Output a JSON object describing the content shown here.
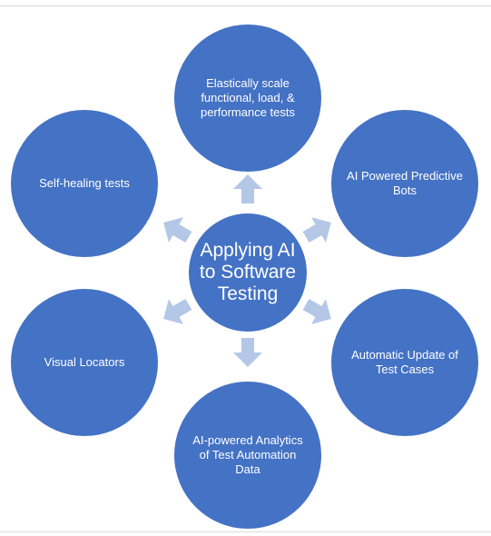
{
  "center": {
    "label": "Applying AI to Software Testing"
  },
  "nodes": {
    "top": "Elastically scale functional, load, & performance tests",
    "top_right": "AI Powered Predictive Bots",
    "bottom_right": "Automatic Update of Test Cases",
    "bottom": "AI-powered Analytics of Test Automation Data",
    "bottom_left": "Visual Locators",
    "top_left": "Self-healing tests"
  },
  "colors": {
    "circle_fill": "#4472c4",
    "arrow_fill": "#b4c7e7",
    "text": "#ffffff"
  }
}
